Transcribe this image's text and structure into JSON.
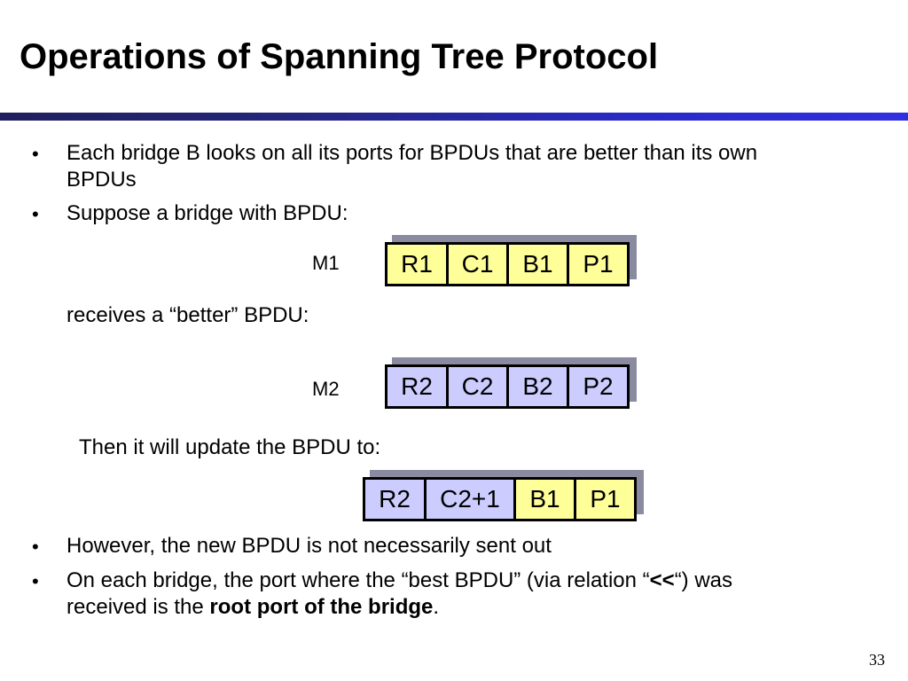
{
  "slide": {
    "title": "Operations of Spanning Tree Protocol",
    "page_number": "33"
  },
  "bullets": {
    "b1_line1": "Each bridge B looks on all its ports for BPDUs that are better than its own",
    "b1_line2": "BPDUs",
    "b2": "Suppose a bridge with  BPDU:",
    "b3": "However, the new BPDU is not necessarily sent out",
    "b4_line1_a": "On each bridge, the port where the “best BPDU” (via relation “",
    "b4_line1_bold": "<<",
    "b4_line1_b": "“) was",
    "b4_line2_a": "received is the ",
    "b4_line2_bold": "root port of the bridge",
    "b4_line2_b": "."
  },
  "text": {
    "receives": "receives a “better” BPDU:",
    "update": "Then it will update the BPDU to:"
  },
  "bpdu_m1": {
    "label": "M1",
    "fields": [
      "R1",
      "C1",
      "B1",
      "P1"
    ],
    "color": "#ffff99"
  },
  "bpdu_m2": {
    "label": "M2",
    "fields": [
      "R2",
      "C2",
      "B2",
      "P2"
    ],
    "color": "#ccccff"
  },
  "bpdu_updated": {
    "fields": [
      "R2",
      "C2+1",
      "B1",
      "P1"
    ],
    "colors": [
      "#ccccff",
      "#ccccff",
      "#ffff99",
      "#ffff99"
    ]
  },
  "colors": {
    "title_rule": "#2a2ac8",
    "shadow": "#8a8aa0"
  }
}
